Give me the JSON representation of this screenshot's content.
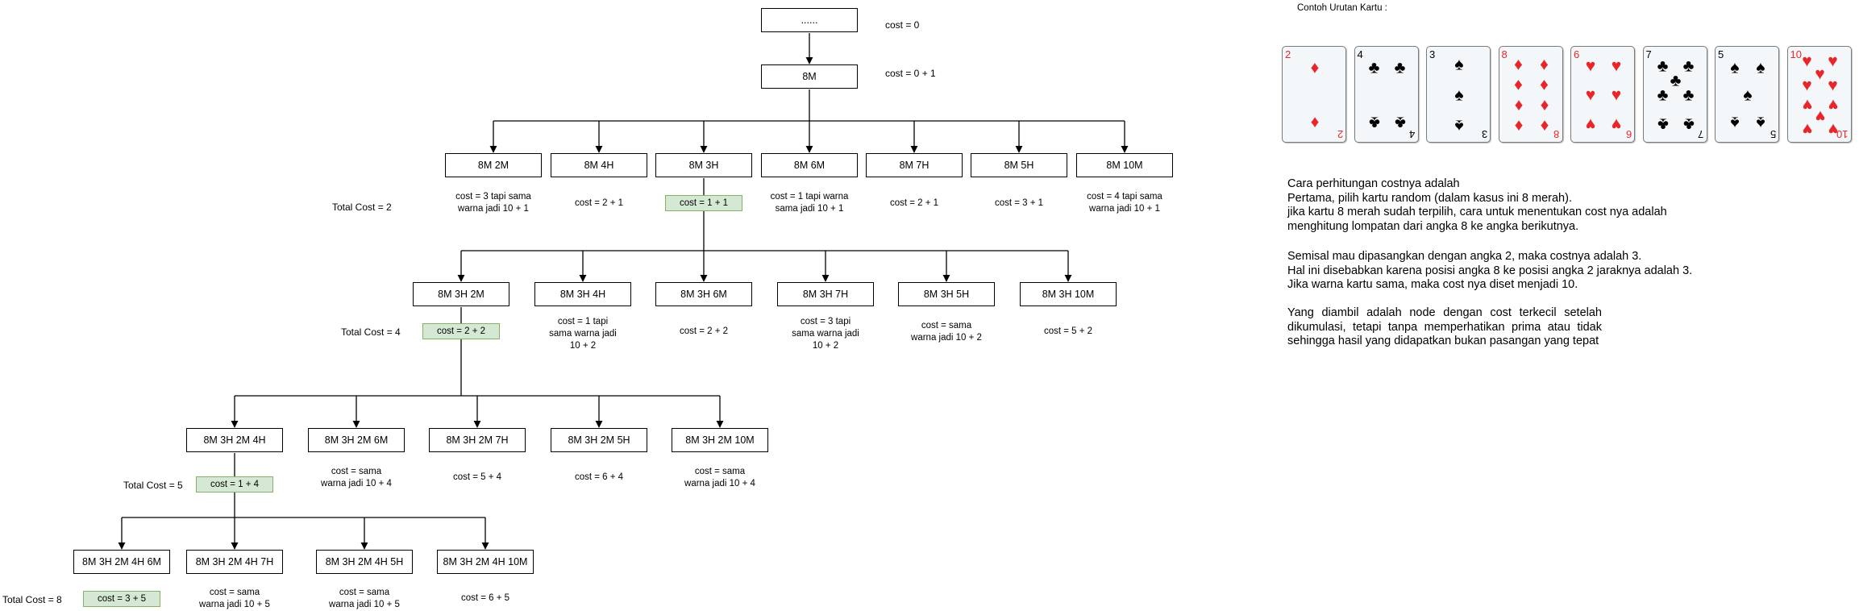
{
  "tree": {
    "root": {
      "label": "......",
      "cost": "cost = 0"
    },
    "level0": {
      "label": "8M",
      "cost": "cost = 0 + 1"
    },
    "level1": {
      "nodes": [
        {
          "label": "8M 2M",
          "cost": "cost = 3 tapi sama\nwarna jadi 10 + 1"
        },
        {
          "label": "8M 4H",
          "cost": "cost = 2 + 1"
        },
        {
          "label": "8M 3H",
          "cost": "cost = 1 + 1"
        },
        {
          "label": "8M 6M",
          "cost": "cost = 1 tapi warna\nsama jadi 10 + 1"
        },
        {
          "label": "8M 7H",
          "cost": "cost = 2 + 1"
        },
        {
          "label": "8M 5H",
          "cost": "cost = 3 + 1"
        },
        {
          "label": "8M 10M",
          "cost": "cost = 4 tapi sama\nwarna jadi 10 + 1"
        }
      ],
      "total": "Total Cost = 2"
    },
    "level2": {
      "nodes": [
        {
          "label": "8M 3H 2M",
          "cost": "cost = 2 + 2"
        },
        {
          "label": "8M 3H 4H",
          "cost": "cost = 1 tapi\nsama warna jadi\n10 + 2"
        },
        {
          "label": "8M 3H 6M",
          "cost": "cost = 2 + 2"
        },
        {
          "label": "8M 3H 7H",
          "cost": "cost = 3 tapi\nsama warna jadi\n10 + 2"
        },
        {
          "label": "8M 3H 5H",
          "cost": "cost = sama\nwarna jadi 10 + 2"
        },
        {
          "label": "8M 3H 10M",
          "cost": "cost = 5 + 2"
        }
      ],
      "total": "Total Cost = 4"
    },
    "level3": {
      "nodes": [
        {
          "label": "8M 3H 2M 4H",
          "cost": "cost = 1 + 4"
        },
        {
          "label": "8M 3H 2M 6M",
          "cost": "cost = sama\nwarna jadi 10 + 4"
        },
        {
          "label": "8M 3H 2M 7H",
          "cost": "cost = 5 + 4"
        },
        {
          "label": "8M 3H 2M 5H",
          "cost": "cost = 6 + 4"
        },
        {
          "label": "8M 3H 2M 10M",
          "cost": "cost = sama\nwarna jadi 10 + 4"
        }
      ],
      "total": "Total Cost = 5"
    },
    "level4": {
      "nodes": [
        {
          "label": "8M 3H 2M 4H 6M",
          "cost": "cost = 3 + 5"
        },
        {
          "label": "8M 3H 2M 4H 7H",
          "cost": "cost = sama\nwarna jadi 10 + 5"
        },
        {
          "label": "8M 3H 2M 4H 5H",
          "cost": "cost = sama\nwarna jadi 10 + 5"
        },
        {
          "label": "8M 3H 2M 4H 10M",
          "cost": "cost = 6 + 5"
        }
      ],
      "total": "Total Cost = 8"
    }
  },
  "cards_title": "Contoh Urutan Kartu :",
  "cards": [
    {
      "rank": "2",
      "suit": "diamond",
      "color": "#e8262a"
    },
    {
      "rank": "4",
      "suit": "club",
      "color": "#000000"
    },
    {
      "rank": "3",
      "suit": "spade",
      "color": "#000000"
    },
    {
      "rank": "8",
      "suit": "diamond",
      "color": "#e8262a"
    },
    {
      "rank": "6",
      "suit": "heart",
      "color": "#e8262a"
    },
    {
      "rank": "7",
      "suit": "club",
      "color": "#000000"
    },
    {
      "rank": "5",
      "suit": "spade",
      "color": "#000000"
    },
    {
      "rank": "10",
      "suit": "heart",
      "color": "#e8262a"
    }
  ],
  "explanation": {
    "p1": "Cara perhitungan costnya adalah\nPertama, pilih kartu random (dalam kasus ini 8 merah).\njika kartu 8 merah sudah terpilih, cara untuk menentukan cost nya adalah\nmenghitung lompatan dari angka 8 ke angka berikutnya.",
    "p2": "Semisal mau dipasangkan dengan angka 2, maka costnya adalah 3.\nHal ini disebabkan karena posisi angka 8 ke posisi angka 2 jaraknya adalah 3.\nJika warna kartu sama, maka cost nya diset menjadi 10.",
    "p3": "Yang diambil adalah node dengan cost terkecil setelah dikumulasi, tetapi tanpa memperhatikan prima atau tidak sehingga hasil yang didapatkan bukan pasangan yang tepat"
  },
  "colors": {
    "highlight_fill": "#d5e8d4",
    "highlight_border": "#82b366",
    "red_suit": "#e8262a"
  }
}
